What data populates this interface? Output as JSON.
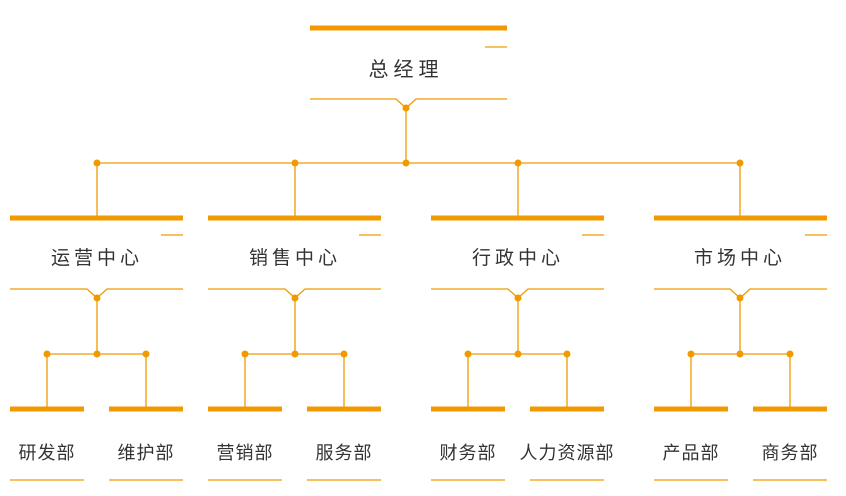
{
  "colors": {
    "accent": "#F09A00",
    "text": "#333333",
    "background": "#FFFFFF"
  },
  "ceo": {
    "label": "总经理"
  },
  "centers": [
    {
      "label": "运营中心",
      "departments": [
        {
          "label": "研发部"
        },
        {
          "label": "维护部"
        }
      ]
    },
    {
      "label": "销售中心",
      "departments": [
        {
          "label": "营销部"
        },
        {
          "label": "服务部"
        }
      ]
    },
    {
      "label": "行政中心",
      "departments": [
        {
          "label": "财务部"
        },
        {
          "label": "人力资源部"
        }
      ]
    },
    {
      "label": "市场中心",
      "departments": [
        {
          "label": "产品部"
        },
        {
          "label": "商务部"
        }
      ]
    }
  ]
}
